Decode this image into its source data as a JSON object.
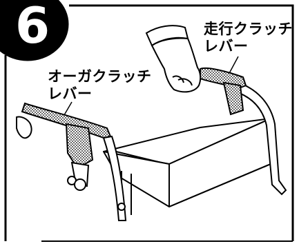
{
  "step_badge": {
    "number": "6"
  },
  "labels": {
    "travel_clutch_lever": [
      "走行クラッチ",
      "レバー"
    ],
    "auger_clutch_lever": [
      "オーガクラッチ",
      "レバー"
    ]
  },
  "colors": {
    "ink": "#000000",
    "paper": "#ffffff",
    "lever_grip_stipple": "#8c8c8c"
  }
}
